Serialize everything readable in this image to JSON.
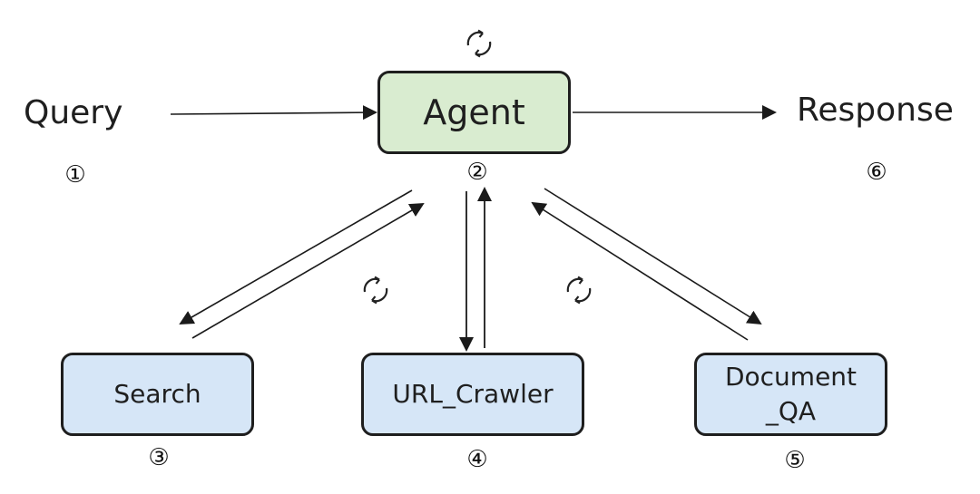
{
  "diagram": {
    "query_label": "Query",
    "response_label": "Response",
    "nodes": {
      "agent": "Agent",
      "search": "Search",
      "url_crawler": "URL_Crawler",
      "document_qa": "Document\n_QA"
    },
    "step_numbers": {
      "query": "①",
      "agent": "②",
      "search": "③",
      "url_crawler": "④",
      "document_qa": "⑤",
      "response": "⑥"
    },
    "colors": {
      "agent_fill": "#d9ecd0",
      "tool_fill": "#d6e6f7",
      "border": "#1e1e1e",
      "arrow": "#1a1a1a"
    },
    "icons": [
      "cycle-icon",
      "cycle-icon",
      "cycle-icon"
    ]
  }
}
